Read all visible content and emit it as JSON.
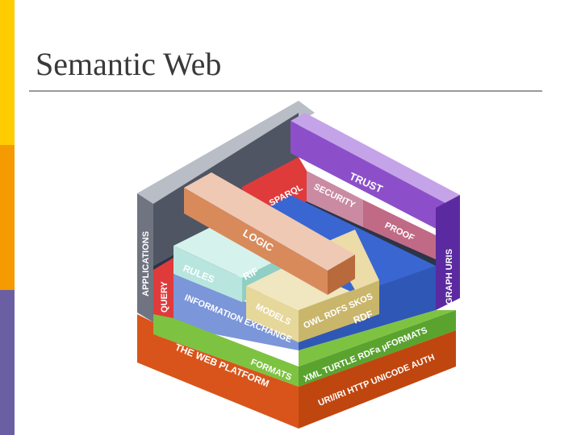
{
  "slide": {
    "title": "Semantic Web"
  },
  "diagram": {
    "labels": {
      "applications": "APPLICATIONS",
      "trust": "TRUST",
      "graph_uris": "GRAPH URIS",
      "sparql": "SPARQL",
      "security": "SECURITY",
      "proof": "PROOF",
      "logic": "LOGIC",
      "rules": "RULES",
      "rif": "RIF",
      "query": "QUERY",
      "models": "MODELS",
      "owl_rdfs_skos": "OWL RDFS SKOS",
      "rdf": "RDF",
      "information_exchange": "INFORMATION EXCHANGE",
      "formats_left": "FORMATS",
      "xml_formats": "XML TURTLE RDFa µFORMATS",
      "web_platform": "THE WEB PLATFORM",
      "uri_auth": "URI/IRI HTTP UNICODE AUTH"
    },
    "colors": {
      "platform": "#d8541a",
      "formats": "#7ec242",
      "information_exchange": "#7b96d9",
      "rdf": "#2f57b6",
      "models": "#e6d79a",
      "logic": "#d98a5b",
      "rules": "#b8e6de",
      "query": "#e03b3b",
      "trust": "#8c4fc9",
      "proof": "#c06a86",
      "applications": "#5a5f6a"
    }
  }
}
